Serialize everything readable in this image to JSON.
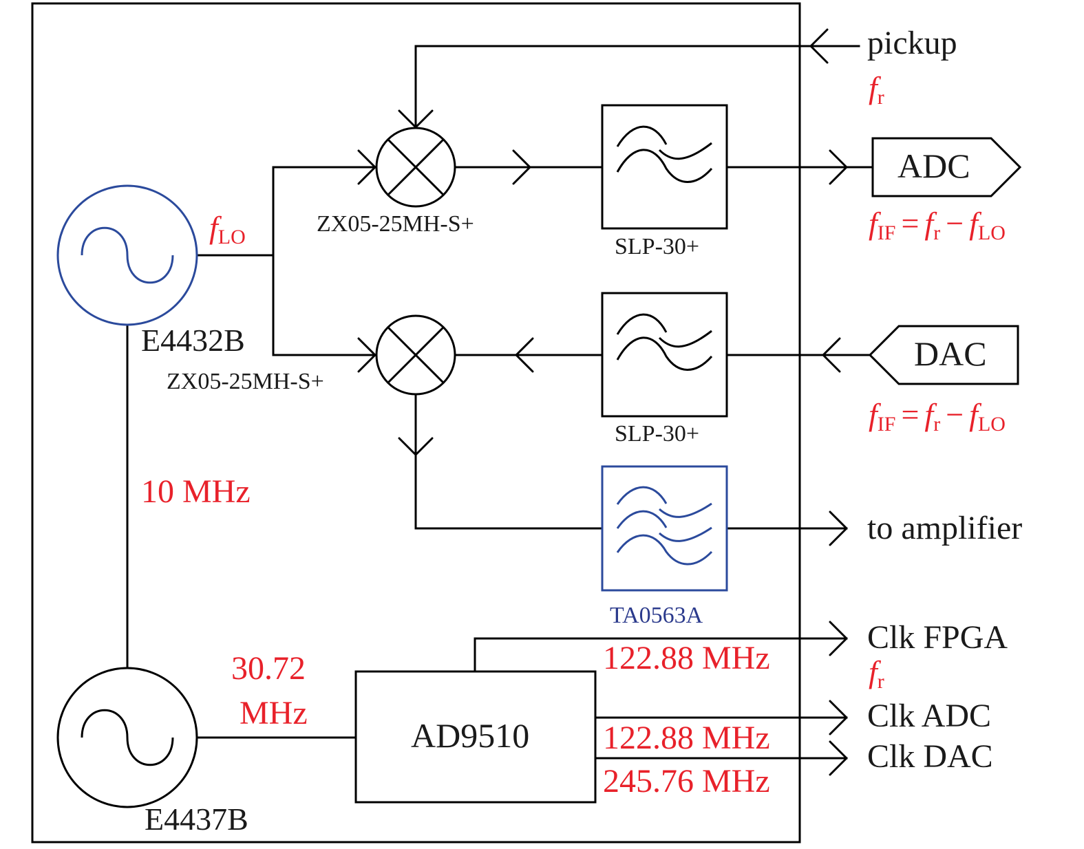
{
  "components": {
    "lo_generator": "E4432B",
    "clock_generator": "E4437B",
    "mixer_top": "ZX05-25MH-S+",
    "mixer_bottom": "ZX05-25MH-S+",
    "filter_top": "SLP-30+",
    "filter_middle": "SLP-30+",
    "filter_bottom": "TA0563A",
    "clock_distributor": "AD9510"
  },
  "ports": {
    "pickup": "pickup",
    "adc": "ADC",
    "dac": "DAC",
    "amplifier": "to amplifier",
    "clk_fpga": "Clk FPGA",
    "clk_adc": "Clk ADC",
    "clk_dac": "Clk DAC"
  },
  "frequencies": {
    "f": "f",
    "r": "r",
    "lo": "LO",
    "if": "IF",
    "eq": "=",
    "minus": "−",
    "ref_10": "10 MHz",
    "ref_30_line1": "30.72",
    "ref_30_line2": "MHz",
    "clk_fpga_freq": "122.88 MHz",
    "clk_adc_freq": "122.88 MHz",
    "clk_dac_freq": "245.76 MHz"
  },
  "colors": {
    "red_label": "#e8212a",
    "blue_component": "#2b4a9c"
  }
}
